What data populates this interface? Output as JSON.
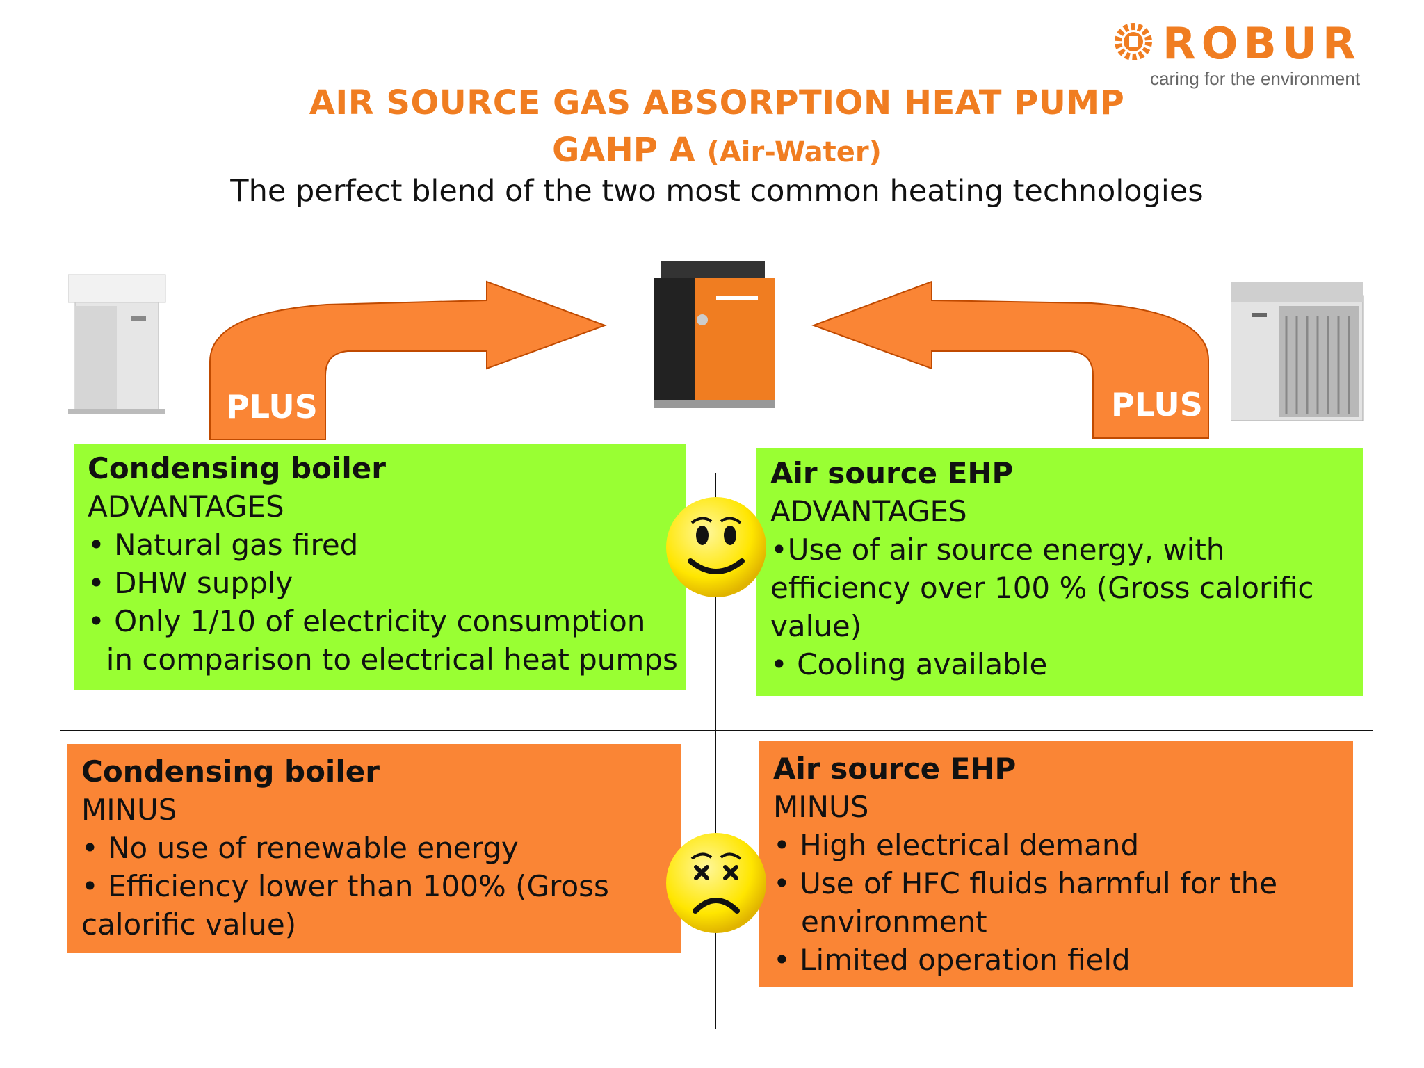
{
  "logo": {
    "brand": "ROBUR",
    "tagline": "caring for the environment"
  },
  "header": {
    "title_line1": "AIR SOURCE GAS ABSORPTION HEAT PUMP",
    "title_line2_main": "GAHP A",
    "title_line2_sub": "(Air-Water)",
    "subtitle": "The perfect blend of the two most common heating technologies"
  },
  "arrows": {
    "left_label": "PLUS",
    "right_label": "PLUS"
  },
  "quadrants": {
    "boiler_advantages": {
      "heading": "Condensing boiler",
      "kind": "ADVANTAGES",
      "lines": [
        "• Natural gas fired",
        "• DHW supply",
        "• Only 1/10 of electricity consumption",
        "  in comparison to electrical heat pumps"
      ]
    },
    "ehp_advantages": {
      "heading": "Air source EHP",
      "kind": "ADVANTAGES",
      "lines": [
        "•Use of air source energy, with",
        "efficiency over 100 % (Gross calorific",
        "value)",
        "• Cooling available"
      ]
    },
    "boiler_minus": {
      "heading": "Condensing boiler",
      "kind": "MINUS",
      "lines": [
        "• No use of renewable energy",
        "• Efficiency lower than 100% (Gross",
        "calorific value)"
      ]
    },
    "ehp_minus": {
      "heading": "Air source EHP",
      "kind": "MINUS",
      "lines": [
        "• High electrical demand",
        "• Use of HFC fluids harmful for the",
        "   environment",
        "• Limited operation field"
      ]
    }
  },
  "colors": {
    "accent": "#f07d21",
    "green": "#99ff33",
    "orange": "#fa8535",
    "smiley": "#ffe600"
  }
}
